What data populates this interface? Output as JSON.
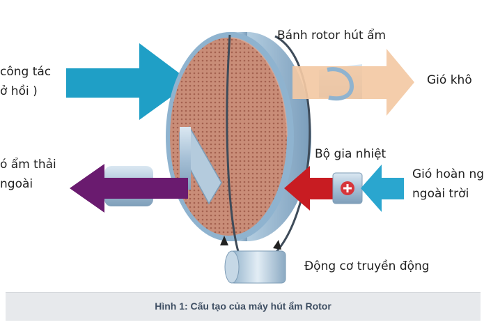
{
  "labels": {
    "rotor_wheel": "Bánh rotor hút ẩm",
    "process_air_line1": "công tác",
    "process_air_line2": "ở hồi )",
    "dry_air": "Gió khô",
    "wet_exhaust_line1": "ó ẩm thải",
    "wet_exhaust_line2": "ngoài",
    "heater": "Bộ gia nhiệt",
    "outdoor_air_line1": "Gió hoàn ng",
    "outdoor_air_line2": "ngoài trời",
    "motor": "Động cơ truyền động"
  },
  "caption": "Hình 1: Cấu tạo của máy hút ẩm Rotor",
  "colors": {
    "process_arrow": "#1f9fc6",
    "dry_arrow": "#f3c9a4",
    "exhaust_arrow": "#6a1b6f",
    "heater_arrow": "#c81c22",
    "outdoor_arrow": "#2aa6cf",
    "rotor_face": "#c88a74",
    "rotor_rim": "#8fb3cf",
    "duct": "#a9c3d8",
    "caption_text": "#3f4f63"
  }
}
